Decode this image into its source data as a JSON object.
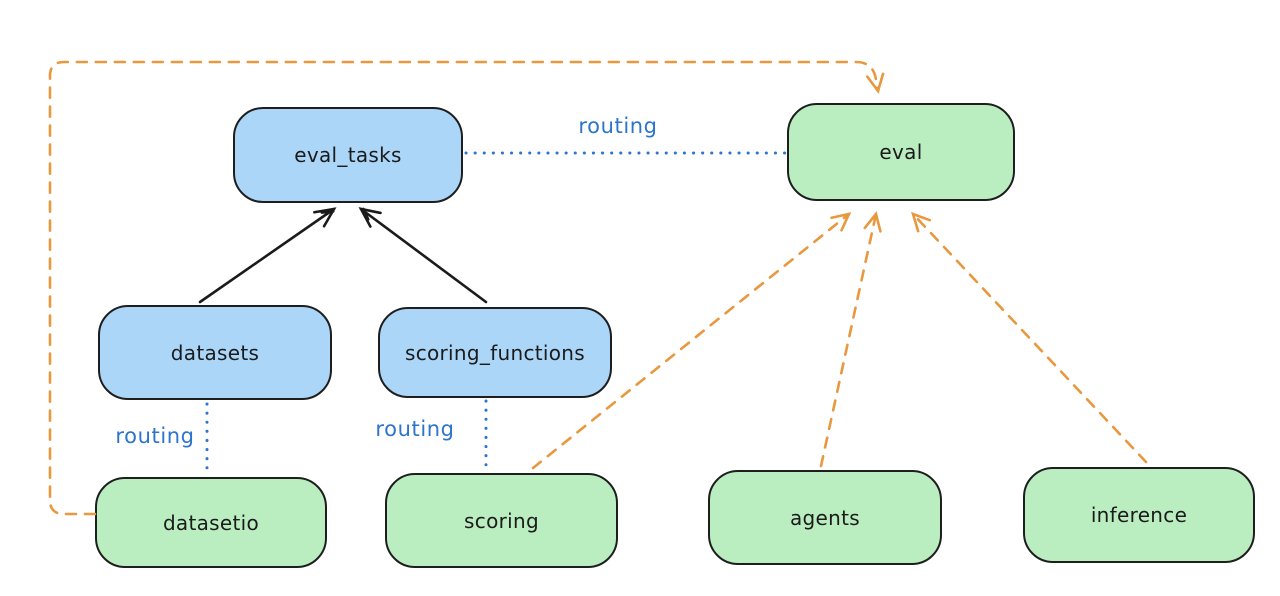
{
  "diagram": {
    "nodes": [
      {
        "id": "eval_tasks",
        "label": "eval_tasks",
        "fill": "blue"
      },
      {
        "id": "eval",
        "label": "eval",
        "fill": "green"
      },
      {
        "id": "datasets",
        "label": "datasets",
        "fill": "blue"
      },
      {
        "id": "scoring_functions",
        "label": "scoring_functions",
        "fill": "blue"
      },
      {
        "id": "datasetio",
        "label": "datasetio",
        "fill": "green"
      },
      {
        "id": "scoring",
        "label": "scoring",
        "fill": "green"
      },
      {
        "id": "agents",
        "label": "agents",
        "fill": "green"
      },
      {
        "id": "inference",
        "label": "inference",
        "fill": "green"
      }
    ],
    "edges": [
      {
        "from": "datasets",
        "to": "eval_tasks",
        "style": "solid-arrow",
        "color": "black"
      },
      {
        "from": "scoring_functions",
        "to": "eval_tasks",
        "style": "solid-arrow",
        "color": "black"
      },
      {
        "from": "eval_tasks",
        "to": "eval",
        "style": "dotted",
        "color": "blue",
        "label": "routing"
      },
      {
        "from": "datasets",
        "to": "datasetio",
        "style": "dotted",
        "color": "blue",
        "label": "routing"
      },
      {
        "from": "scoring_functions",
        "to": "scoring",
        "style": "dotted",
        "color": "blue",
        "label": "routing"
      },
      {
        "from": "datasetio",
        "to": "eval",
        "style": "dashed-arrow",
        "color": "orange"
      },
      {
        "from": "scoring",
        "to": "eval",
        "style": "dashed-arrow",
        "color": "orange"
      },
      {
        "from": "agents",
        "to": "eval",
        "style": "dashed-arrow",
        "color": "orange"
      },
      {
        "from": "inference",
        "to": "eval",
        "style": "dashed-arrow",
        "color": "orange"
      }
    ],
    "colors": {
      "node_fill_blue": "#abd6f8",
      "node_fill_green": "#baeec1",
      "node_border": "#1e1e1e",
      "edge_orange": "#e8983f",
      "edge_blue": "#2d74cc",
      "edge_black": "#1b1b1b",
      "background": "#ffffff"
    }
  }
}
